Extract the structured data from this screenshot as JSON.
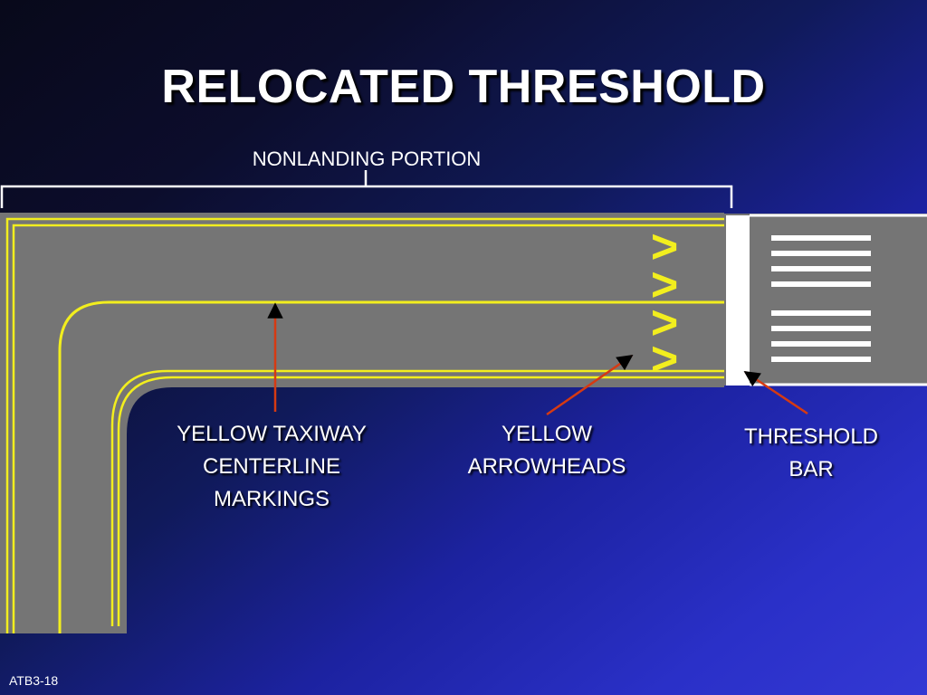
{
  "title": "RELOCATED THRESHOLD",
  "bracket_label": "NONLANDING PORTION",
  "arrowhead_glyph": ">",
  "callouts": {
    "taxiway": [
      "YELLOW TAXIWAY",
      "CENTERLINE",
      "MARKINGS"
    ],
    "arrowheads": [
      "YELLOW",
      "ARROWHEADS"
    ],
    "threshold_bar": [
      "THRESHOLD",
      "BAR"
    ]
  },
  "footer": "ATB3-18",
  "colors": {
    "pavement": "#757575",
    "marking_yellow": "#f2ee1e",
    "marking_white": "#ffffff",
    "leader_line": "#d63a12"
  }
}
